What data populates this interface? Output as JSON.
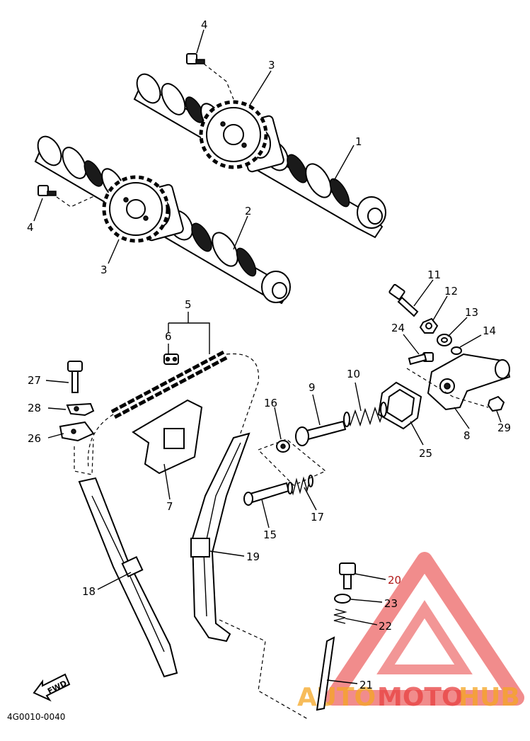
{
  "diagram": {
    "callouts": [
      "1",
      "2",
      "3",
      "3",
      "4",
      "4",
      "5",
      "6",
      "7",
      "8",
      "9",
      "10",
      "11",
      "12",
      "13",
      "14",
      "15",
      "16",
      "17",
      "18",
      "19",
      "20",
      "21",
      "22",
      "23",
      "24",
      "25",
      "26",
      "27",
      "28",
      "29"
    ],
    "fwd_label": "FWD",
    "drawing_code": "4G0010-0040",
    "watermark": {
      "part1": "AUTO",
      "part2": "MOTO",
      "part3": "HUB"
    },
    "colors": {
      "line": "#000000",
      "watermark_red": "#e84040",
      "watermark_orange": "#f5a623",
      "callout_20": "#b01818"
    }
  }
}
